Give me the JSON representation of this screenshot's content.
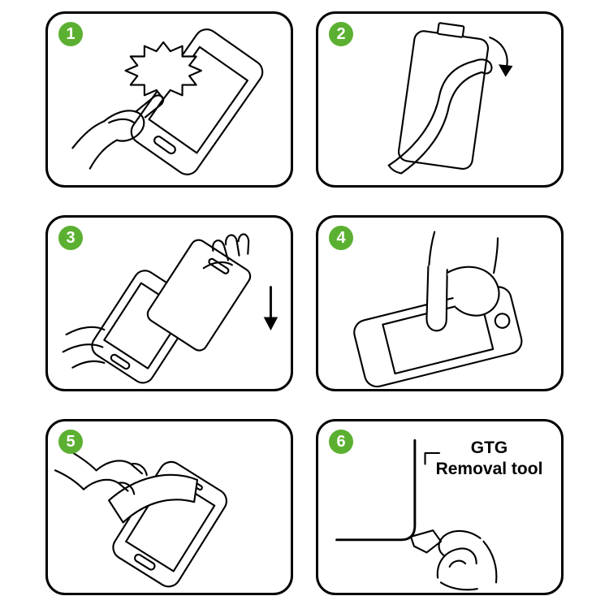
{
  "colors": {
    "badge_green": "#5bb031",
    "line_black": "#000000",
    "background": "#ffffff"
  },
  "steps": [
    {
      "number": "1",
      "icon": "clean-screen-with-cloth-illustration"
    },
    {
      "number": "2",
      "icon": "peel-backing-film-illustration"
    },
    {
      "number": "3",
      "icon": "align-and-place-protector-illustration"
    },
    {
      "number": "4",
      "icon": "press-screen-center-illustration"
    },
    {
      "number": "5",
      "icon": "smooth-out-surface-illustration"
    },
    {
      "number": "6",
      "icon": "corner-removal-tool-illustration"
    }
  ],
  "step6_label": {
    "line1": "GTG",
    "line2": "Removal tool"
  }
}
